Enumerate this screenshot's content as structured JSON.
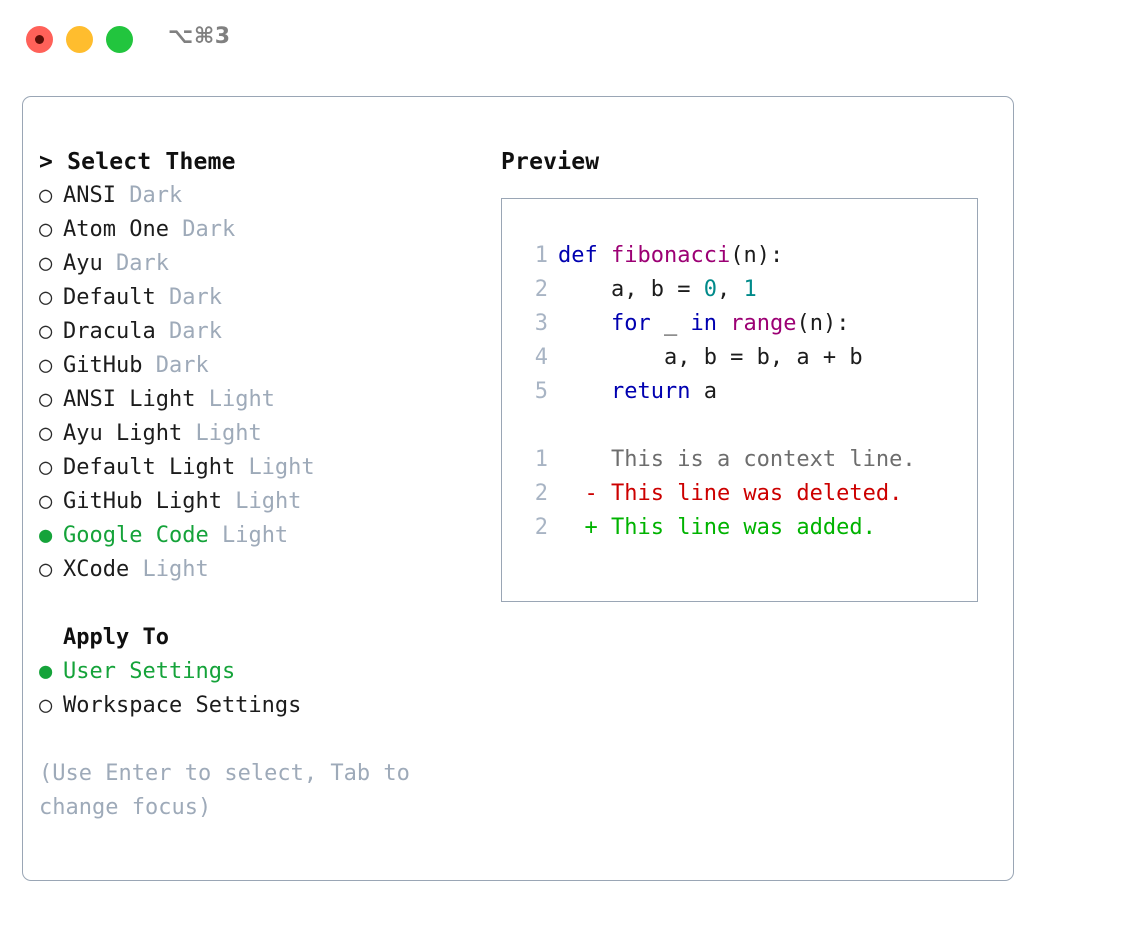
{
  "titlebar": {
    "shortcut": "⌥⌘3",
    "buttons": {
      "close": "close-window-button",
      "minimize": "minimize-window-button",
      "maximize": "maximize-window-button"
    }
  },
  "colors": {
    "accent_green": "#15a33a",
    "muted_blue_gray": "#9eaab9",
    "border": "#9aa6b5",
    "keyword_blue": "#0000b0",
    "function_magenta": "#9c0074",
    "number_teal": "#008a8a",
    "diff_added": "#00b300",
    "diff_deleted": "#cc0000",
    "diff_context": "#6d6d6d",
    "line_number": "#a8b4c4"
  },
  "theme_selector": {
    "header": "> Select Theme",
    "bullet_selected": "●",
    "bullet_unselected": "○",
    "items": [
      {
        "name": "ANSI",
        "tag": "Dark",
        "selected": false
      },
      {
        "name": "Atom One",
        "tag": "Dark",
        "selected": false
      },
      {
        "name": "Ayu",
        "tag": "Dark",
        "selected": false
      },
      {
        "name": "Default",
        "tag": "Dark",
        "selected": false
      },
      {
        "name": "Dracula",
        "tag": "Dark",
        "selected": false
      },
      {
        "name": "GitHub",
        "tag": "Dark",
        "selected": false
      },
      {
        "name": "ANSI Light",
        "tag": "Light",
        "selected": false
      },
      {
        "name": "Ayu Light",
        "tag": "Light",
        "selected": false
      },
      {
        "name": "Default Light",
        "tag": "Light",
        "selected": false
      },
      {
        "name": "GitHub Light",
        "tag": "Light",
        "selected": false
      },
      {
        "name": "Google Code",
        "tag": "Light",
        "selected": true
      },
      {
        "name": "XCode",
        "tag": "Light",
        "selected": false
      }
    ]
  },
  "apply_to": {
    "header": "Apply To",
    "items": [
      {
        "name": "User Settings",
        "selected": true
      },
      {
        "name": "Workspace Settings",
        "selected": false
      }
    ]
  },
  "hint": "(Use Enter to select, Tab to change focus)",
  "preview": {
    "header": "Preview",
    "code_lines": [
      {
        "number": "1",
        "tokens": [
          {
            "t": "def ",
            "c": "kw"
          },
          {
            "t": "fibonacci",
            "c": "fn"
          },
          {
            "t": "(n):",
            "c": "plain"
          }
        ]
      },
      {
        "number": "2",
        "tokens": [
          {
            "t": "    a, b = ",
            "c": "plain"
          },
          {
            "t": "0",
            "c": "num"
          },
          {
            "t": ", ",
            "c": "plain"
          },
          {
            "t": "1",
            "c": "num"
          }
        ]
      },
      {
        "number": "3",
        "tokens": [
          {
            "t": "    ",
            "c": "plain"
          },
          {
            "t": "for",
            "c": "kw"
          },
          {
            "t": " _ ",
            "c": "plain"
          },
          {
            "t": "in",
            "c": "kw"
          },
          {
            "t": " ",
            "c": "plain"
          },
          {
            "t": "range",
            "c": "fn"
          },
          {
            "t": "(n):",
            "c": "plain"
          }
        ]
      },
      {
        "number": "4",
        "tokens": [
          {
            "t": "        a, b = b, a + b",
            "c": "plain"
          }
        ]
      },
      {
        "number": "5",
        "tokens": [
          {
            "t": "    ",
            "c": "plain"
          },
          {
            "t": "return",
            "c": "kw"
          },
          {
            "t": " a",
            "c": "plain"
          }
        ]
      }
    ],
    "diff_lines": [
      {
        "number": "1",
        "marker": "  ",
        "text": "This is a context line.",
        "kind": "diff-ctx"
      },
      {
        "number": "2",
        "marker": "- ",
        "text": "This line was deleted.",
        "kind": "diff-del"
      },
      {
        "number": "2",
        "marker": "+ ",
        "text": "This line was added.",
        "kind": "diff-add"
      }
    ]
  }
}
